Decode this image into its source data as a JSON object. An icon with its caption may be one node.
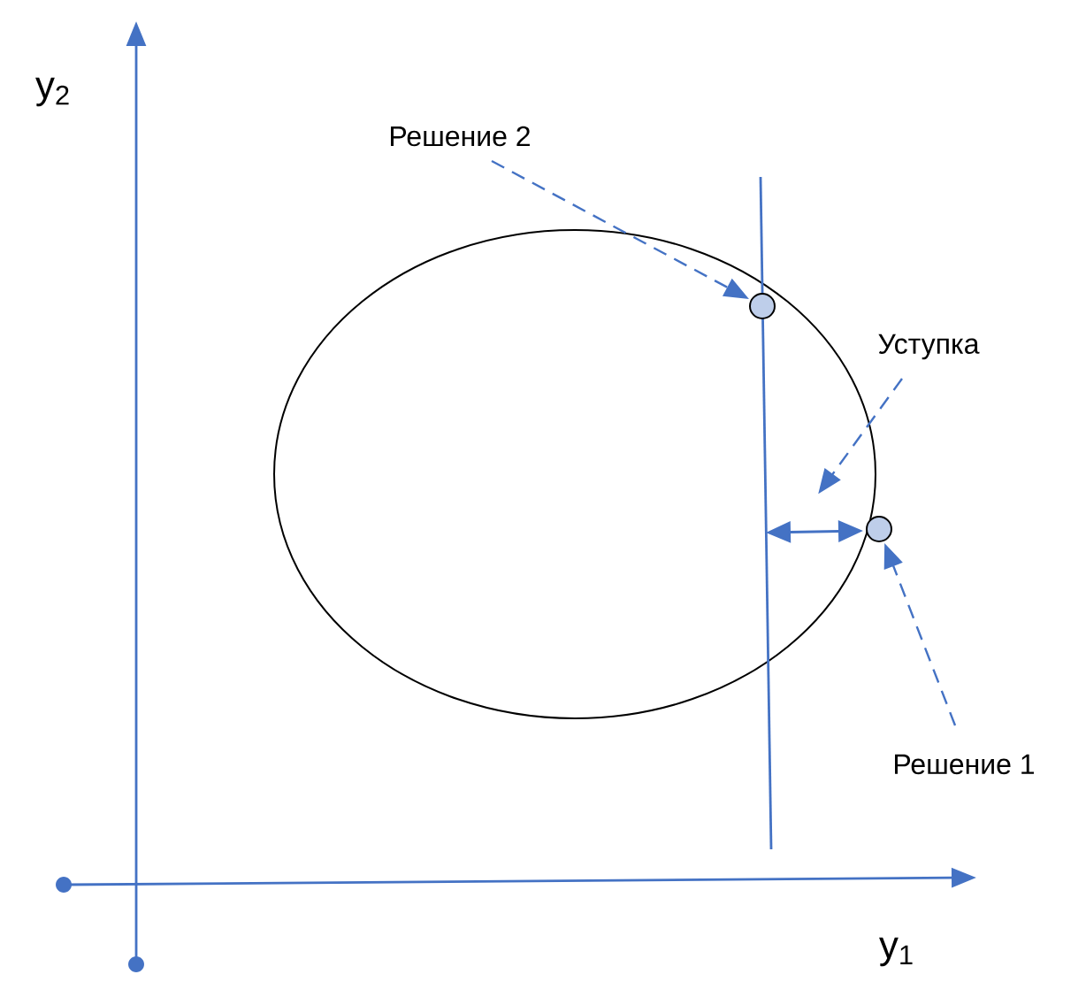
{
  "diagram": {
    "nodes": [
      {
        "text": [
          "Решение 2"
        ]
      },
      {
        "text": [],
        "shape": "circle"
      },
      {
        "text": [
          "Уступка"
        ]
      },
      {
        "text": [
          "Решение 1"
        ]
      },
      {
        "text": [],
        "shape": "circle"
      }
    ],
    "edges": [
      {
        "from": 0,
        "to": 1,
        "arrow": "to",
        "style": "dashed"
      },
      {
        "from": 2,
        "to": null,
        "arrow": "to",
        "style": "dashed"
      },
      {
        "from": 3,
        "to": 4,
        "arrow": "to",
        "style": "dashed"
      }
    ],
    "labels": [
      "y$_{2}$",
      "y$_{1}$"
    ]
  }
}
